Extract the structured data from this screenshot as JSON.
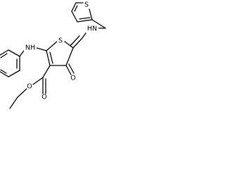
{
  "molecule": {
    "atoms": {
      "s_core": "S",
      "s_thiophene": "S",
      "nh_amino": "HN",
      "nh_aniline": "NH",
      "o_keto": "O",
      "o_carbonyl": "O",
      "o_ester": "O"
    }
  }
}
